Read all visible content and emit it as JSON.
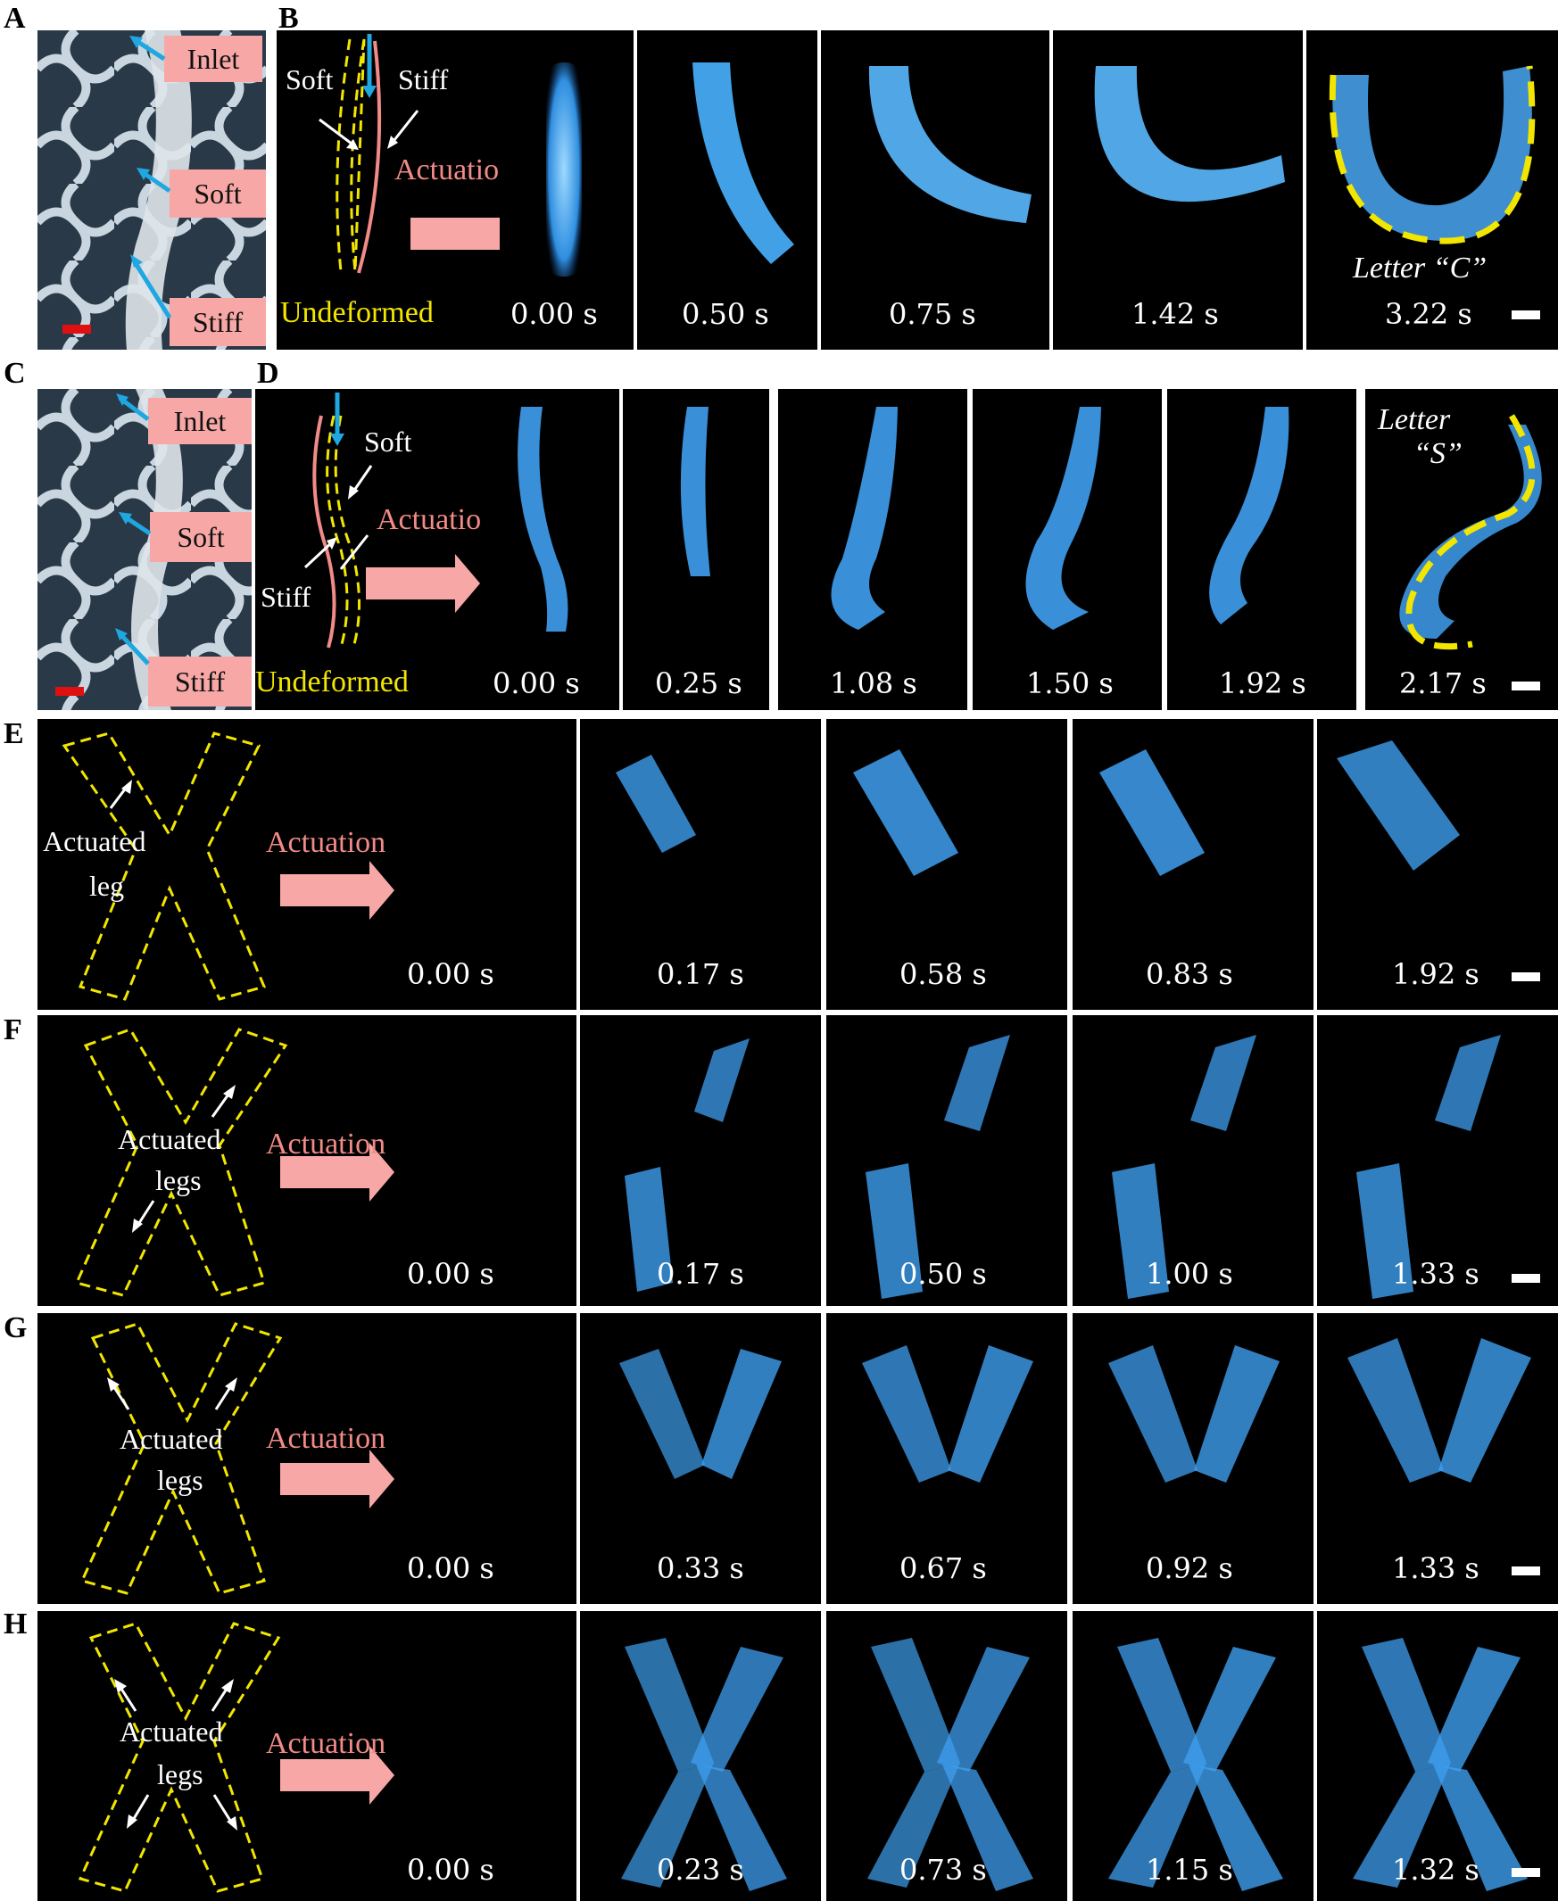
{
  "panels": {
    "A": "A",
    "B": "B",
    "C": "C",
    "D": "D",
    "E": "E",
    "F": "F",
    "G": "G",
    "H": "H"
  },
  "tags": {
    "inlet": "Inlet",
    "soft": "Soft",
    "stiff": "Stiff"
  },
  "labels": {
    "soft": "Soft",
    "stiff": "Stiff",
    "actuation": "Actuation",
    "undeformed": "Undeformed",
    "letter_c": "Letter “C”",
    "letter_s_1": "Letter",
    "letter_s_2": "“S”",
    "actuated_leg_1": "Actuated",
    "actuated_leg_2": "leg",
    "actuated_legs_1": "Actuated",
    "actuated_legs_2": "legs"
  },
  "times": {
    "B": [
      "0.00 s",
      "0.50 s",
      "0.75 s",
      "1.42 s",
      "3.22 s"
    ],
    "D": [
      "0.00 s",
      "0.25 s",
      "1.08 s",
      "1.50 s",
      "1.92 s",
      "2.17 s"
    ],
    "E": [
      "0.00 s",
      "0.17 s",
      "0.58 s",
      "0.83 s",
      "1.92 s"
    ],
    "F": [
      "0.00 s",
      "0.17 s",
      "0.50 s",
      "1.00 s",
      "1.33 s"
    ],
    "G": [
      "0.00 s",
      "0.33 s",
      "0.67 s",
      "0.92 s",
      "1.33 s"
    ],
    "H": [
      "0.00 s",
      "0.23 s",
      "0.73 s",
      "1.15 s",
      "1.32 s"
    ]
  },
  "colors": {
    "glow": "#3fa9ff",
    "dashed_outline": "#f2e600",
    "arrow_fill": "#f7a8a6",
    "inlet_arrow": "#1ea7e1",
    "scale_bar_photo": "#e01010",
    "scale_bar_frame": "#ffffff"
  }
}
